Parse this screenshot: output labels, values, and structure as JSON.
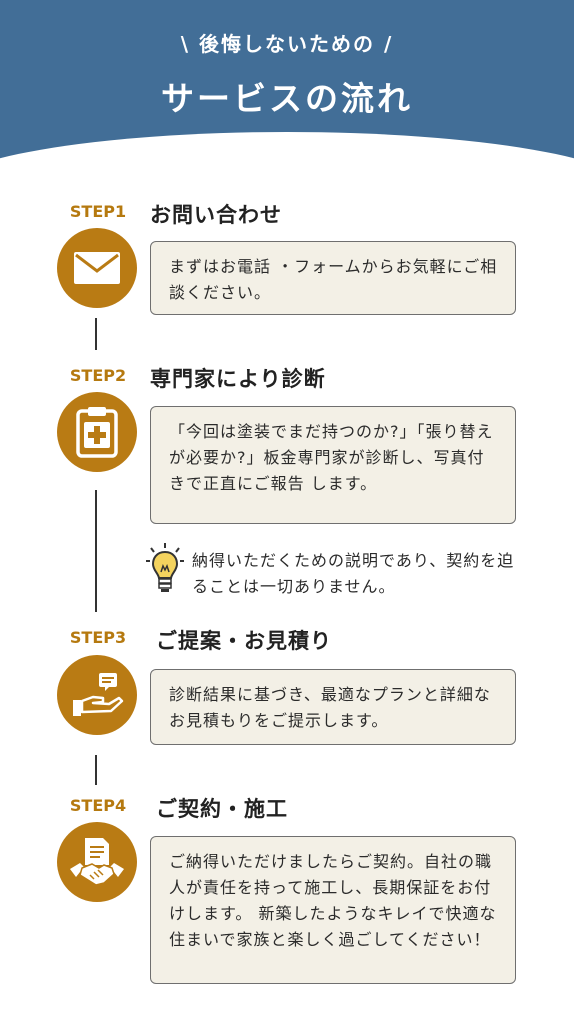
{
  "header": {
    "subtitle": "\\ 後悔しないための /",
    "title": "サービスの流れ"
  },
  "colors": {
    "header_bg": "#426e97",
    "accent": "#b97b14",
    "box_bg": "#f3f0e6"
  },
  "steps": [
    {
      "label": "STEP1",
      "title": "お問い合わせ",
      "icon": "envelope-icon",
      "text": "まずはお電話 ・フォームからお気軽にご相談ください。"
    },
    {
      "label": "STEP2",
      "title": "専門家により診断",
      "icon": "clipboard-medical-icon",
      "text": "「今回は塗装でまだ持つのか?」「張り替えが必要か?」板金専門家が診断し、写真付きで正直にご報告 します。"
    },
    {
      "label": "STEP3",
      "title": "ご提案・お見積り",
      "icon": "hand-document-icon",
      "text": "診断結果に基づき、最適なプランと詳細なお見積もりをご提示します。"
    },
    {
      "label": "STEP4",
      "title": "ご契約・施工",
      "icon": "handshake-contract-icon",
      "text": "ご納得いただけましたらご契約。自社の職人が責任を持って施工し、長期保証をお付けします。 新築したようなキレイで快適な住まいで家族と楽しく過ごしてください！"
    }
  ],
  "note": {
    "icon": "lightbulb-icon",
    "text": "納得いただくための説明であり、契約を迫ることは一切ありません。"
  }
}
